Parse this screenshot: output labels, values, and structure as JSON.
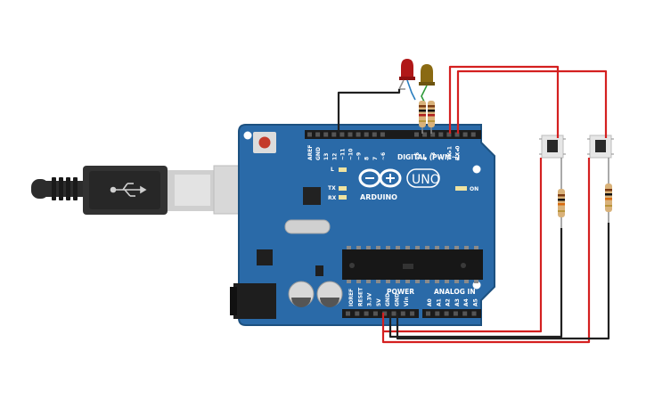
{
  "board": {
    "brand": "ARDUINO",
    "model": "UNO",
    "on_label": "ON",
    "digital_header": "DIGITAL (PWM~)",
    "power_header": "POWER",
    "analog_header": "ANALOG IN",
    "led_labels": [
      "L",
      "TX",
      "RX"
    ],
    "digital_pins": [
      "AREF",
      "GND",
      "13",
      "12",
      "~11",
      "~10",
      "~9",
      "8",
      "7",
      "~6",
      "~5",
      "4",
      "~3",
      "2",
      "TX▸1",
      "RX◂0"
    ],
    "power_pins": [
      "IOREF",
      "RESET",
      "3.3V",
      "5V",
      "GND",
      "GND",
      "Vin"
    ],
    "analog_pins": [
      "A0",
      "A1",
      "A2",
      "A3",
      "A4",
      "A5"
    ]
  },
  "components": {
    "leds": [
      {
        "name": "red-led",
        "color": "#b01818"
      },
      {
        "name": "yellow-led",
        "color": "#8a6a12"
      }
    ],
    "buttons": [
      "pushbutton-1",
      "pushbutton-2"
    ]
  },
  "colors": {
    "board": "#2a6aa8",
    "board_edge": "#1d5180",
    "header": "#1b1b1b",
    "wire_red": "#d42020",
    "wire_black": "#202020",
    "resistor_body": "#d9b27a",
    "usb_cable": "#2a2a2a"
  }
}
